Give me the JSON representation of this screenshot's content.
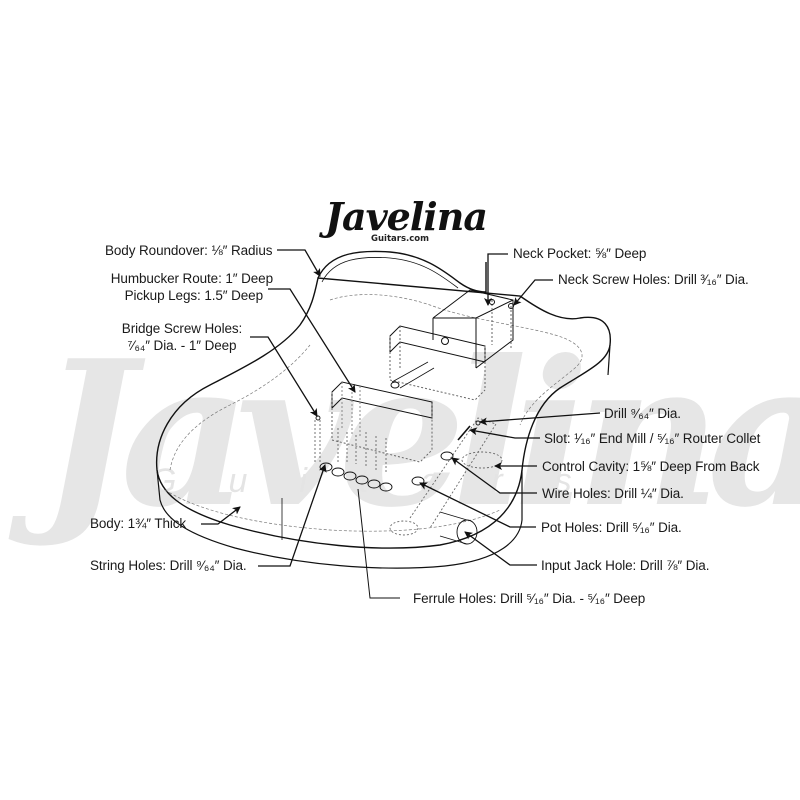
{
  "watermark": {
    "main": "Javelina",
    "sub": "Guitars",
    "color": "#e6e6e6"
  },
  "logo": {
    "main": "Javelina",
    "sub": "Guitars.com"
  },
  "labels": {
    "body_roundover": "Body Roundover: ⅛″ Radius",
    "humbucker_route": "Humbucker Route: 1″ Deep",
    "pickup_legs": "Pickup Legs: 1.5″ Deep",
    "bridge_screw_holes_1": "Bridge Screw Holes:",
    "bridge_screw_holes_2": "⁷⁄₆₄″ Dia. - 1″ Deep",
    "neck_pocket": "Neck Pocket: ⅝″ Deep",
    "neck_screw_holes": "Neck Screw Holes: Drill ³⁄₁₆″ Dia.",
    "drill_964": "Drill ⁹⁄₆₄″ Dia.",
    "slot": "Slot: ¹⁄₁₆″ End Mill / ⁵⁄₁₆″ Router Collet",
    "control_cavity": "Control Cavity: 1⅝″ Deep From Back",
    "wire_holes": "Wire Holes: Drill ¼″ Dia.",
    "pot_holes": "Pot Holes: Drill ⁵⁄₁₆″ Dia.",
    "input_jack_hole": "Input Jack Hole: Drill ⅞″ Dia.",
    "ferrule_holes": "Ferrule Holes: Drill ⁵⁄₁₆″ Dia. - ⁵⁄₁₆″ Deep",
    "body_thick": "Body: 1¾″ Thick",
    "string_holes": "String Holes: Drill ⁹⁄₆₄″ Dia."
  },
  "colors": {
    "line": "#111111",
    "dashed": "#555555",
    "text": "#1a1a1a",
    "background": "#ffffff"
  }
}
